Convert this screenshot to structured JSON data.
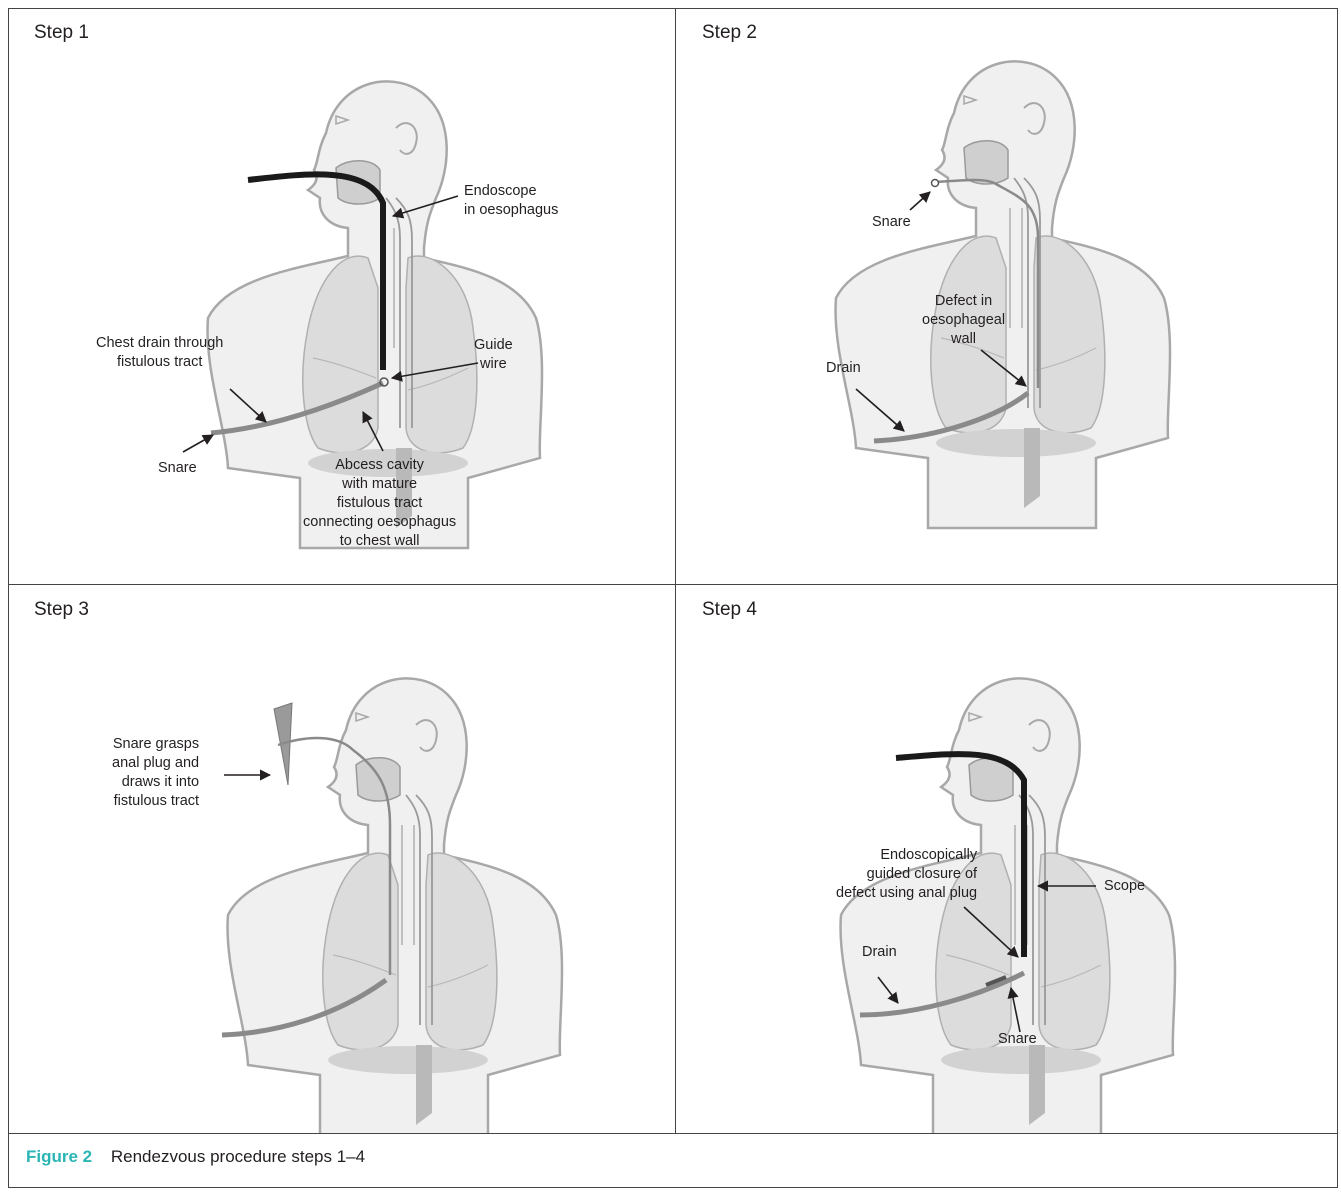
{
  "panels": [
    {
      "step": "Step 1",
      "labels": {
        "endoscope": [
          "Endoscope",
          "in oesophagus"
        ],
        "chest_drain": [
          "Chest drain through",
          "fistulous tract"
        ],
        "guide_wire": [
          "Guide",
          "wire"
        ],
        "snare": [
          "Snare"
        ],
        "abscess": [
          "Abcess cavity",
          "with mature",
          "fistulous tract",
          "connecting oesophagus",
          "to chest wall"
        ]
      }
    },
    {
      "step": "Step 2",
      "labels": {
        "snare": [
          "Snare"
        ],
        "defect": [
          "Defect in",
          "oesophageal",
          "wall"
        ],
        "drain": [
          "Drain"
        ]
      }
    },
    {
      "step": "Step 3",
      "labels": {
        "snare_grasps": [
          "Snare grasps",
          "anal plug and",
          "draws it into",
          "fistulous tract"
        ]
      }
    },
    {
      "step": "Step 4",
      "labels": {
        "closure": [
          "Endoscopically",
          "guided closure of",
          "defect using anal plug"
        ],
        "scope": [
          "Scope"
        ],
        "drain": [
          "Drain"
        ],
        "snare": [
          "Snare"
        ]
      }
    }
  ],
  "caption": {
    "figure_number": "Figure 2",
    "text": "Rendezvous procedure steps 1–4"
  },
  "colors": {
    "caption_accent": "#2bb5b5",
    "body_fill": "#f0f0f0",
    "body_stroke": "#a8a8a8",
    "organ_fill": "#dcdcdc",
    "scope": "#1a1a1a"
  }
}
